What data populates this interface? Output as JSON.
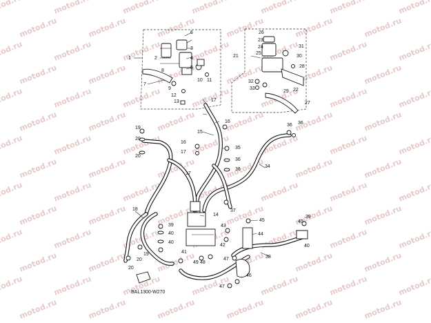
{
  "watermark": "motod.ru",
  "diagram_code": "BAL1300-W270",
  "callouts": [
    "1",
    "2",
    "3",
    "4",
    "5",
    "6",
    "7",
    "8",
    "9",
    "10",
    "11",
    "12",
    "13",
    "14",
    "15",
    "16",
    "17",
    "18",
    "19",
    "20",
    "21",
    "22",
    "23",
    "24",
    "25",
    "26",
    "27",
    "28",
    "29",
    "30",
    "31",
    "32",
    "33",
    "34",
    "35",
    "36",
    "37",
    "38",
    "39",
    "40",
    "41",
    "42",
    "43",
    "44",
    "45",
    "46",
    "47",
    "48",
    "49"
  ]
}
